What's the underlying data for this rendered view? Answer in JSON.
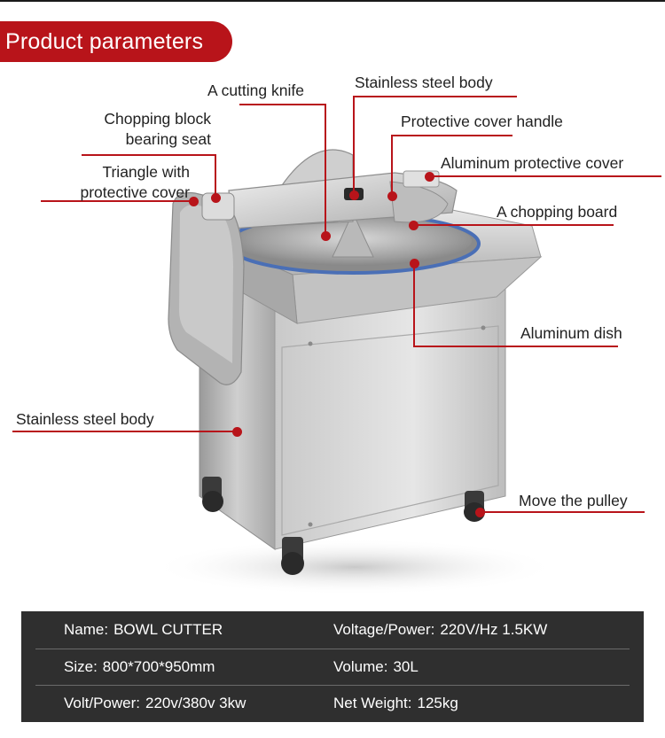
{
  "header": {
    "title": "Product parameters"
  },
  "colors": {
    "accent": "#b8141a",
    "table_bg": "#2f2f2f",
    "text": "#222222"
  },
  "callouts": {
    "cutting_knife": "A cutting knife",
    "body_top": "Stainless steel body",
    "chopping_block_1": "Chopping block",
    "chopping_block_2": "bearing seat",
    "cover_handle": "Protective cover handle",
    "triangle_1": "Triangle with",
    "triangle_2": "protective cover",
    "aluminum_cover": "Aluminum protective cover",
    "chopping_board": "A chopping board",
    "aluminum_dish": "Aluminum dish",
    "body_side": "Stainless steel body",
    "pulley": "Move the pulley"
  },
  "specs": {
    "rows": [
      {
        "left_label": "Name:",
        "left_value": "BOWL CUTTER",
        "right_label": "Voltage/Power:",
        "right_value": "220V/Hz  1.5KW"
      },
      {
        "left_label": "Size:",
        "left_value": "800*700*950mm",
        "right_label": "Volume:",
        "right_value": "30L"
      },
      {
        "left_label": "Volt/Power:",
        "left_value": "220v/380v  3kw",
        "right_label": "Net Weight:",
        "right_value": "125kg"
      }
    ]
  }
}
